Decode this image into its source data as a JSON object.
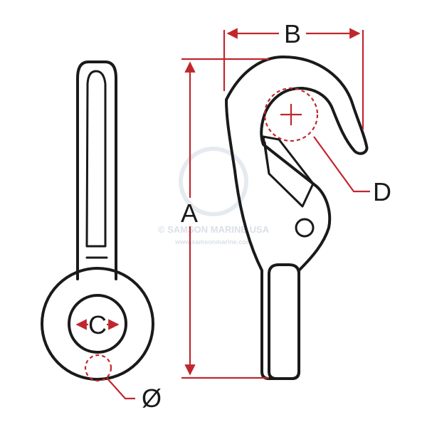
{
  "labels": {
    "a": "A",
    "b": "B",
    "c": "C",
    "d": "D",
    "diameter": "Ø"
  },
  "watermark": {
    "line1": "© SAMSON MARINE USA",
    "line2": "www.samsonmarine.com"
  },
  "colors": {
    "outline": "#1a1a1a",
    "dimension": "#c0272d",
    "watermark": "#d7dde6"
  }
}
